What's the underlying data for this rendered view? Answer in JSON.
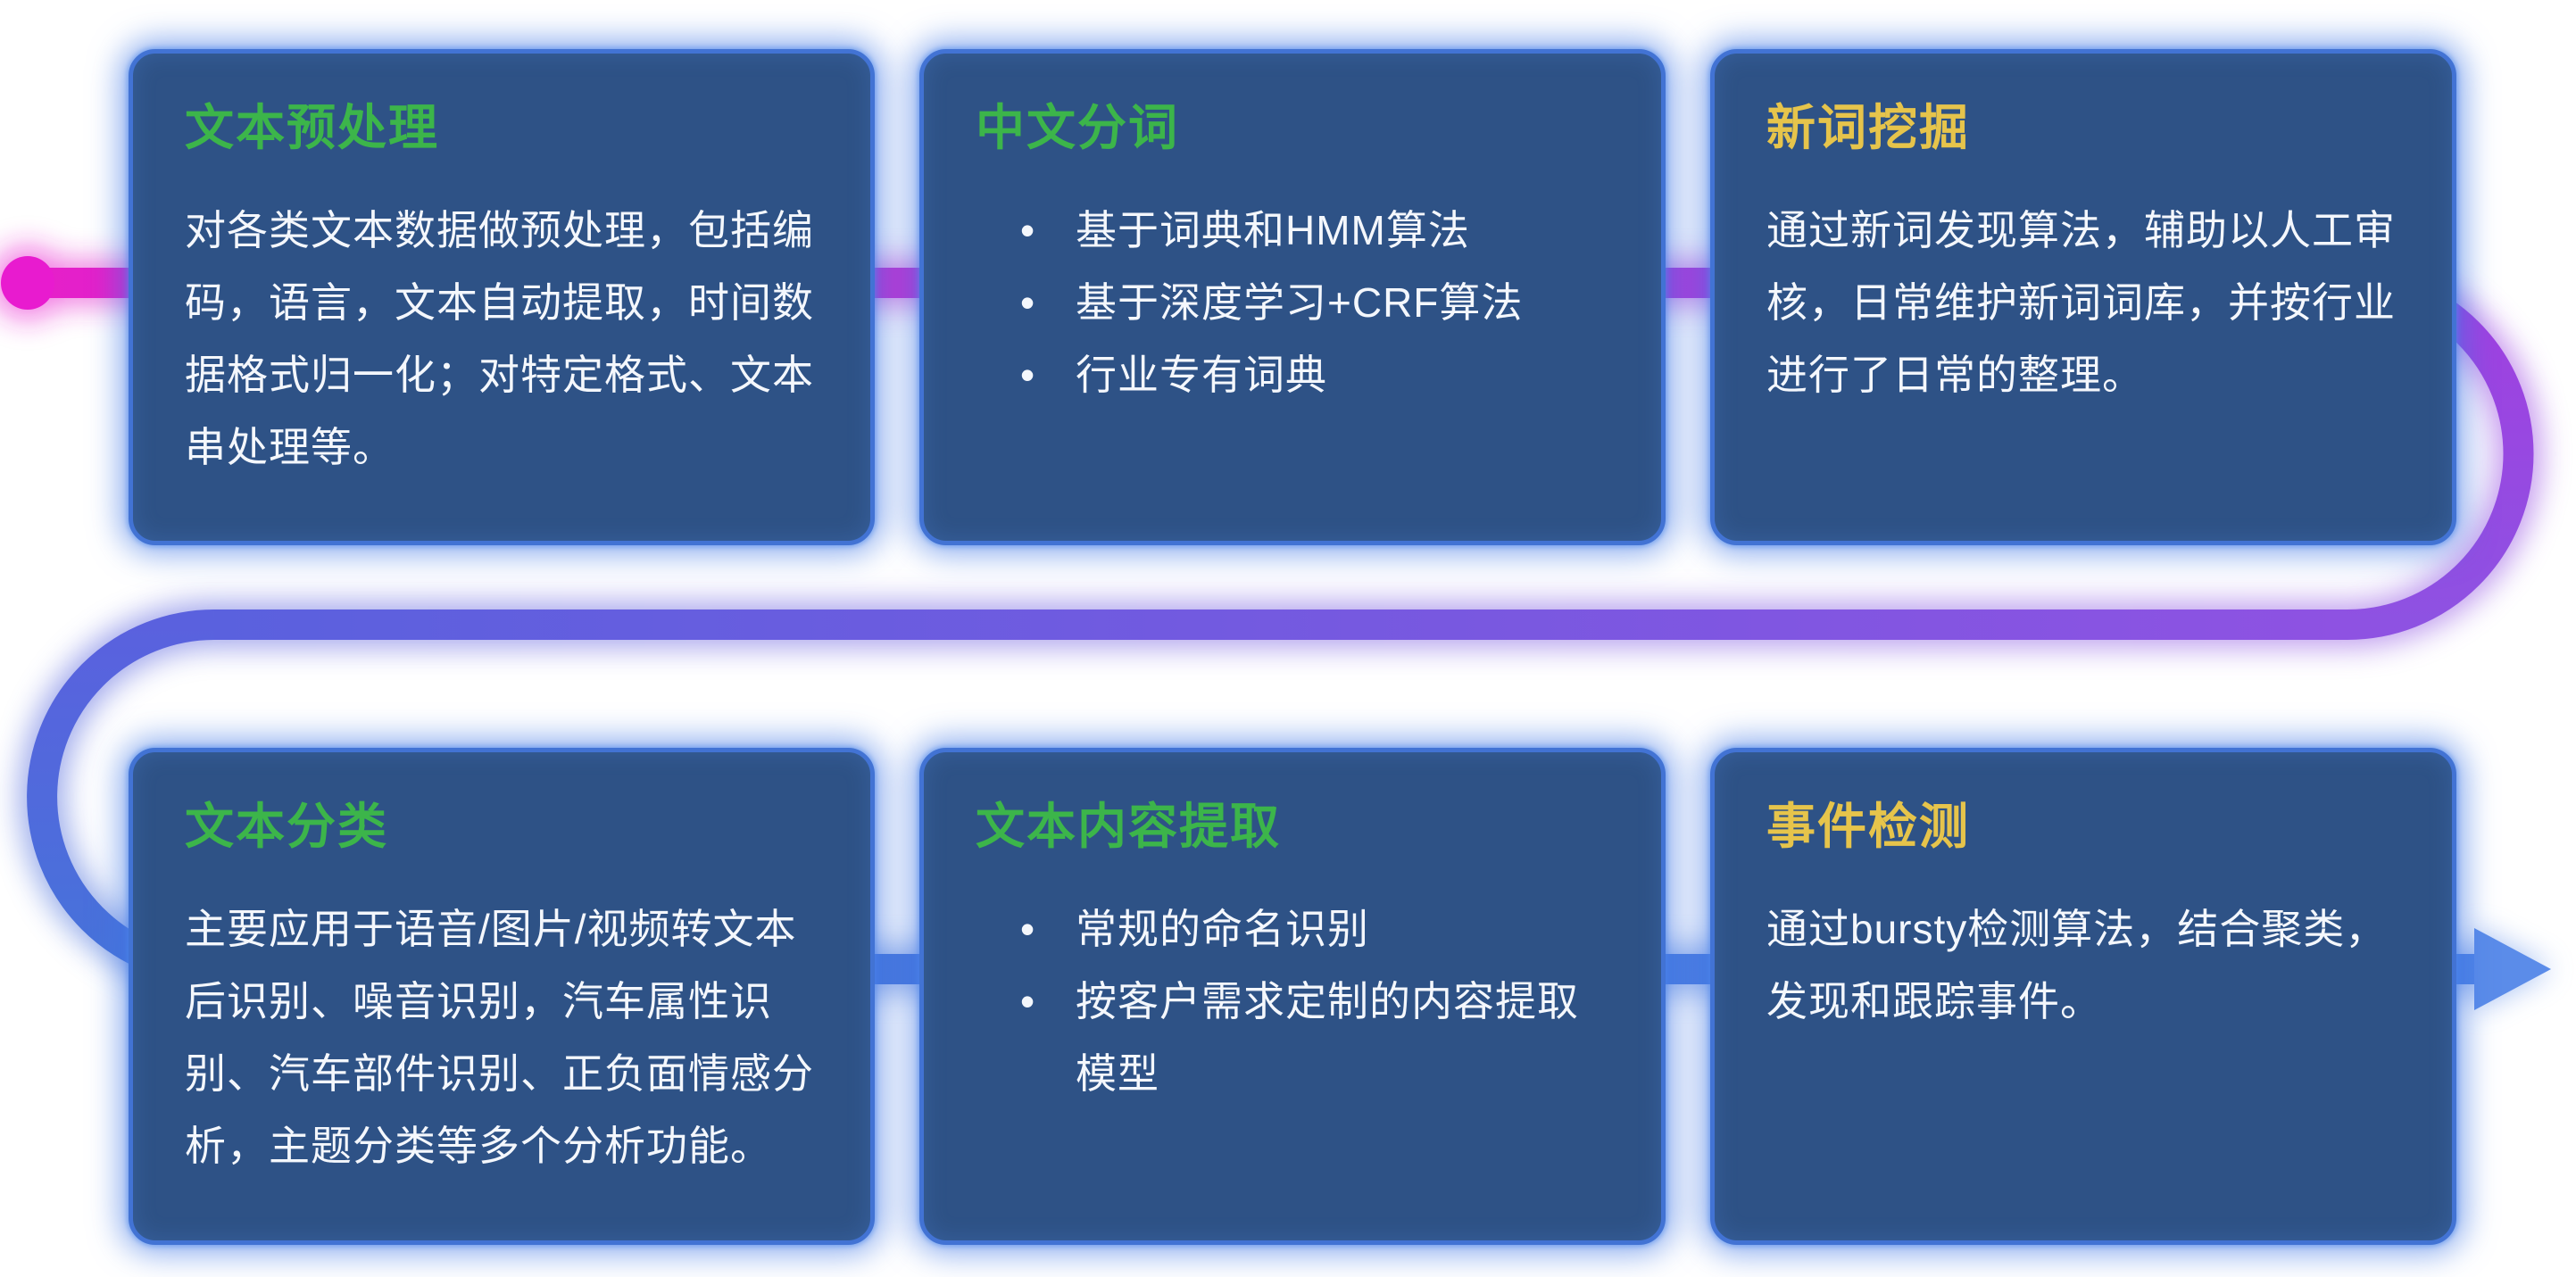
{
  "flow": {
    "dot_color": "#e81bcf",
    "colors": {
      "start_magenta": "#e61fc9",
      "magenta_purple": "#bd37d5",
      "purple": "#a03fe0",
      "deep_purple": "#8e52e2",
      "violet_blue": "#5a61de",
      "blue": "#4673da",
      "light_blue": "#4f83e6",
      "arrow_blue": "#5b8ce9"
    }
  },
  "cards": [
    {
      "title": "文本预处理",
      "title_color": "#3cb54a",
      "body": "对各类文本数据做预处理，包括编码，语言，文本自动提取，时间数据格式归一化；对特定格式、文本串处理等。"
    },
    {
      "title": "中文分词",
      "title_color": "#3cb54a",
      "bullets": [
        "基于词典和HMM算法",
        "基于深度学习+CRF算法",
        "行业专有词典"
      ]
    },
    {
      "title": "新词挖掘",
      "title_color": "#e6c44b",
      "body": "通过新词发现算法，辅助以人工审核，日常维护新词词库，并按行业进行了日常的整理。"
    },
    {
      "title": "文本分类",
      "title_color": "#3cb54a",
      "body": "主要应用于语音/图片/视频转文本后识别、噪音识别，汽车属性识别、汽车部件识别、正负面情感分析，主题分类等多个分析功能。"
    },
    {
      "title": "文本内容提取",
      "title_color": "#3cb54a",
      "bullets": [
        "常规的命名识别",
        "按客户需求定制的内容提取模型"
      ]
    },
    {
      "title": "事件检测",
      "title_color": "#e6c44b",
      "body": "通过bursty检测算法，结合聚类，发现和跟踪事件。"
    }
  ]
}
